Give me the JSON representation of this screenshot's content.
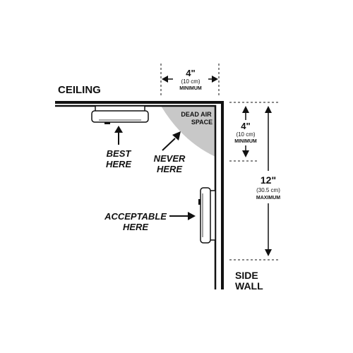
{
  "labels": {
    "ceiling": "CEILING",
    "side_wall_line1": "SIDE",
    "side_wall_line2": "WALL",
    "dead_air_line1": "DEAD AIR",
    "dead_air_line2": "SPACE",
    "best_line1": "BEST",
    "best_line2": "HERE",
    "never_line1": "NEVER",
    "never_line2": "HERE",
    "acceptable_line1": "ACCEPTABLE",
    "acceptable_line2": "HERE"
  },
  "dimensions": {
    "top_horizontal": {
      "value": "4\"",
      "metric": "(10 cm)",
      "qualifier": "MINIMUM"
    },
    "right_vertical_small": {
      "value": "4\"",
      "metric": "(10 cm)",
      "qualifier": "MINIMUM"
    },
    "right_vertical_large": {
      "value": "12\"",
      "metric": "(30.5 cm)",
      "qualifier": "MAXIMUM"
    }
  },
  "colors": {
    "line": "#111111",
    "dead_air_fill": "#c8c8c8",
    "detector_fill": "#ffffff"
  }
}
